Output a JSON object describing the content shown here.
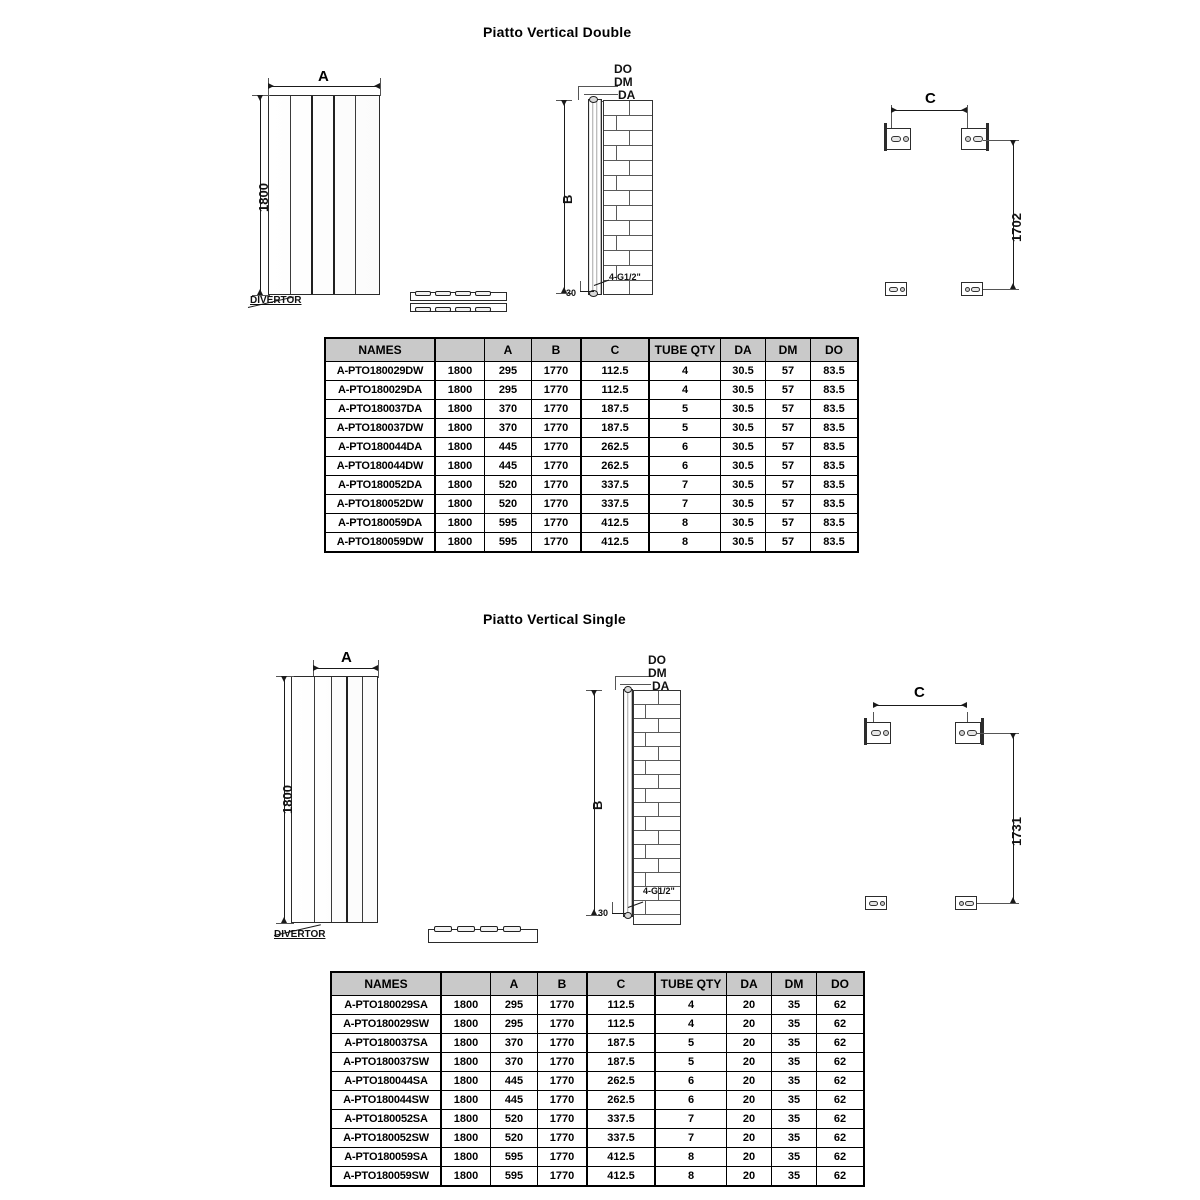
{
  "sections": [
    {
      "id": "double",
      "title": "Piatto Vertical Double",
      "front_view": {
        "width_label": "A",
        "height_label": "1800",
        "callout": "DIVERTOR"
      },
      "section_view": {
        "top_labels": [
          "DO",
          "DM",
          "DA"
        ],
        "height_label": "B",
        "thread_label": "4-G1/2\"",
        "offset_label": "30"
      },
      "bracket_view": {
        "width_label": "C",
        "height_label": "1702"
      },
      "table": {
        "headers": [
          "NAMES",
          "",
          "A",
          "B",
          "C",
          "TUBE QTY",
          "DA",
          "DM",
          "DO"
        ],
        "rows": [
          [
            "A-PTO180029DW",
            "1800",
            "295",
            "1770",
            "112.5",
            "4",
            "30.5",
            "57",
            "83.5"
          ],
          [
            "A-PTO180029DA",
            "1800",
            "295",
            "1770",
            "112.5",
            "4",
            "30.5",
            "57",
            "83.5"
          ],
          [
            "A-PTO180037DA",
            "1800",
            "370",
            "1770",
            "187.5",
            "5",
            "30.5",
            "57",
            "83.5"
          ],
          [
            "A-PTO180037DW",
            "1800",
            "370",
            "1770",
            "187.5",
            "5",
            "30.5",
            "57",
            "83.5"
          ],
          [
            "A-PTO180044DA",
            "1800",
            "445",
            "1770",
            "262.5",
            "6",
            "30.5",
            "57",
            "83.5"
          ],
          [
            "A-PTO180044DW",
            "1800",
            "445",
            "1770",
            "262.5",
            "6",
            "30.5",
            "57",
            "83.5"
          ],
          [
            "A-PTO180052DA",
            "1800",
            "520",
            "1770",
            "337.5",
            "7",
            "30.5",
            "57",
            "83.5"
          ],
          [
            "A-PTO180052DW",
            "1800",
            "520",
            "1770",
            "337.5",
            "7",
            "30.5",
            "57",
            "83.5"
          ],
          [
            "A-PTO180059DA",
            "1800",
            "595",
            "1770",
            "412.5",
            "8",
            "30.5",
            "57",
            "83.5"
          ],
          [
            "A-PTO180059DW",
            "1800",
            "595",
            "1770",
            "412.5",
            "8",
            "30.5",
            "57",
            "83.5"
          ]
        ]
      }
    },
    {
      "id": "single",
      "title": "Piatto Vertical Single",
      "front_view": {
        "width_label": "A",
        "height_label": "1800",
        "callout": "DIVERTOR"
      },
      "section_view": {
        "top_labels": [
          "DO",
          "DM",
          "DA"
        ],
        "height_label": "B",
        "thread_label": "4-G1/2\"",
        "offset_label": "30"
      },
      "bracket_view": {
        "width_label": "C",
        "height_label": "1731"
      },
      "table": {
        "headers": [
          "NAMES",
          "",
          "A",
          "B",
          "C",
          "TUBE QTY",
          "DA",
          "DM",
          "DO"
        ],
        "rows": [
          [
            "A-PTO180029SA",
            "1800",
            "295",
            "1770",
            "112.5",
            "4",
            "20",
            "35",
            "62"
          ],
          [
            "A-PTO180029SW",
            "1800",
            "295",
            "1770",
            "112.5",
            "4",
            "20",
            "35",
            "62"
          ],
          [
            "A-PTO180037SA",
            "1800",
            "370",
            "1770",
            "187.5",
            "5",
            "20",
            "35",
            "62"
          ],
          [
            "A-PTO180037SW",
            "1800",
            "370",
            "1770",
            "187.5",
            "5",
            "20",
            "35",
            "62"
          ],
          [
            "A-PTO180044SA",
            "1800",
            "445",
            "1770",
            "262.5",
            "6",
            "20",
            "35",
            "62"
          ],
          [
            "A-PTO180044SW",
            "1800",
            "445",
            "1770",
            "262.5",
            "6",
            "20",
            "35",
            "62"
          ],
          [
            "A-PTO180052SA",
            "1800",
            "520",
            "1770",
            "337.5",
            "7",
            "20",
            "35",
            "62"
          ],
          [
            "A-PTO180052SW",
            "1800",
            "520",
            "1770",
            "337.5",
            "7",
            "20",
            "35",
            "62"
          ],
          [
            "A-PTO180059SA",
            "1800",
            "595",
            "1770",
            "412.5",
            "8",
            "20",
            "35",
            "62"
          ],
          [
            "A-PTO180059SW",
            "1800",
            "595",
            "1770",
            "412.5",
            "8",
            "20",
            "35",
            "62"
          ]
        ]
      }
    }
  ],
  "colors": {
    "line": "#1a1a1a",
    "header_fill": "#c9c9c9",
    "background": "#ffffff"
  }
}
